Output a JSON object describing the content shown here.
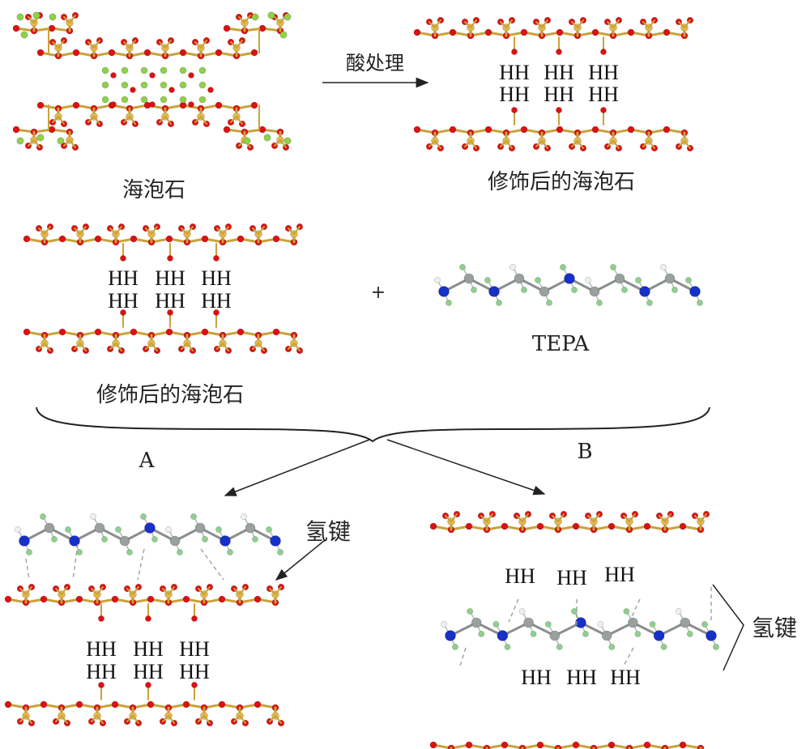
{
  "labels": {
    "sepiolite": "海泡石",
    "modified_sepiolite": "修饰后的海泡石",
    "acid_treatment": "酸处理",
    "plus": "+",
    "tepa": "TEPA",
    "route_a": "A",
    "route_b": "B",
    "hydrogen_bond": "氢键"
  },
  "atoms": {
    "oxygen": "#dd1111",
    "silicon": "#e2b84a",
    "magnesium": "#8fd14a",
    "carbon": "#9aa09c",
    "nitrogen": "#1630c8",
    "hydrogen": "#8fcf8f",
    "hydrogen_white": "#eef0ee",
    "bond": "#c9a23a"
  },
  "hydrogen_symbol": "H"
}
